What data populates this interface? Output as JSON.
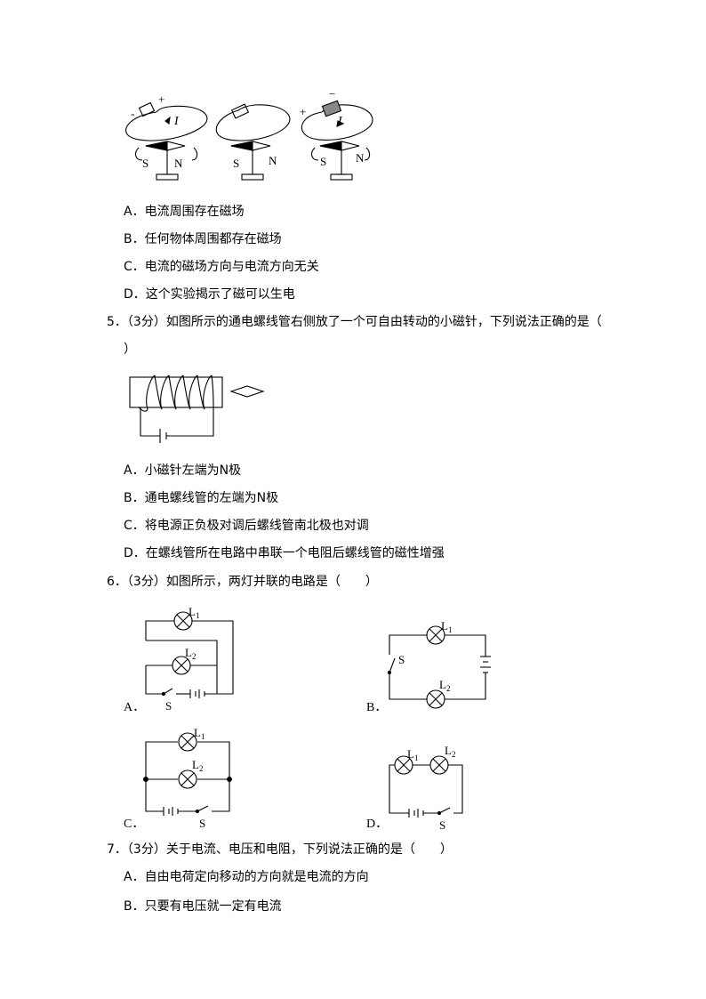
{
  "figure_compass": {
    "p1": {
      "minus": "-",
      "plus": "+",
      "current": "I",
      "s": "S",
      "n": "N"
    },
    "p2": {
      "s": "S",
      "n": "N"
    },
    "p3": {
      "plus": "+",
      "minus": "−",
      "current": "I",
      "s": "S",
      "n": "N"
    }
  },
  "q4": {
    "options": [
      "A．电流周围存在磁场",
      "B．任何物体周围都存在磁场",
      "C．电流的磁场方向与电流方向无关",
      "D．这个实验揭示了磁可以生电"
    ]
  },
  "q5": {
    "stem_line1": "5．（3分）如图所示的通电螺线管右侧放了一个可自由转动的小磁针，下列说法正确的是（",
    "stem_line2": "）",
    "options": [
      "A．小磁针左端为N极",
      "B．通电螺线管的左端为N极",
      "C．将电源正负极对调后螺线管南北极也对调",
      "D．在螺线管所在电路中串联一个电阻后螺线管的磁性增强"
    ]
  },
  "q6": {
    "stem": "6．（3分）如图所示，两灯并联的电路是（　　）",
    "circuits": {
      "A": {
        "label": "A．",
        "lamp1": "L",
        "lamp1_sub": "1",
        "lamp2": "L",
        "lamp2_sub": "2",
        "switch": "S"
      },
      "B": {
        "label": "B．",
        "lamp1": "L",
        "lamp1_sub": "1",
        "lamp2": "L",
        "lamp2_sub": "2",
        "switch": "S"
      },
      "C": {
        "label": "C．",
        "lamp1": "L",
        "lamp1_sub": "1",
        "lamp2": "L",
        "lamp2_sub": "2",
        "switch": "S"
      },
      "D": {
        "label": "D．",
        "lamp1": "L",
        "lamp1_sub": "1",
        "lamp2": "L",
        "lamp2_sub": "2",
        "switch": "S"
      }
    }
  },
  "q7": {
    "stem": "7．（3分）关于电流、电压和电阻，下列说法正确的是（　　）",
    "options": [
      "A．自由电荷定向移动的方向就是电流的方向",
      "B．只要有电压就一定有电流"
    ]
  }
}
